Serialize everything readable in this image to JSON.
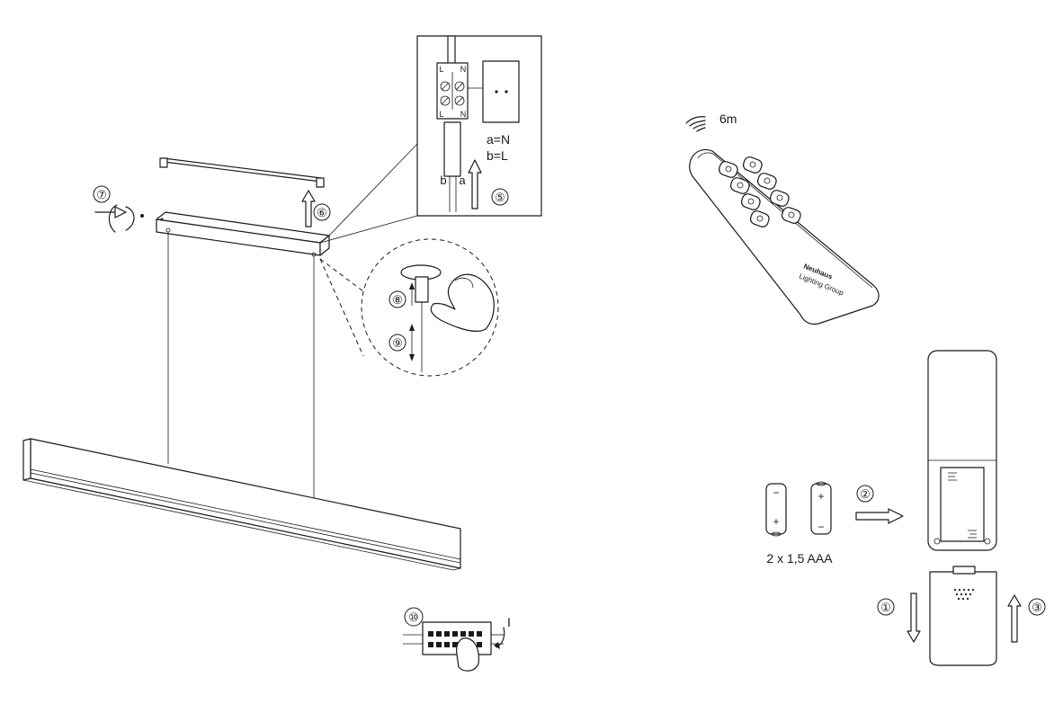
{
  "steps": [
    "①",
    "②",
    "③",
    "⑤",
    "⑥",
    "⑦",
    "⑧",
    "⑨",
    "⑩"
  ],
  "wiring": {
    "terminal_top_l": "L",
    "terminal_top_n": "N",
    "terminal_bot_l": "L",
    "terminal_bot_n": "N",
    "wire_b": "b",
    "wire_a": "a",
    "legend_a": "a=N",
    "legend_b": "b=L"
  },
  "remote": {
    "range": "6m",
    "brand_line1": "Neuhaus",
    "brand_line2": "Lighting Group"
  },
  "battery": {
    "plus": "+",
    "minus": "−",
    "spec": "2 x 1,5 AAA"
  },
  "breaker": {
    "on_label": "I"
  },
  "icons": [
    "wifi-signal-icon",
    "power-icon",
    "arrow-up-icon",
    "arrow-down-icon",
    "arrow-right-icon",
    "rotate-arrow-icon",
    "hand-icon"
  ]
}
